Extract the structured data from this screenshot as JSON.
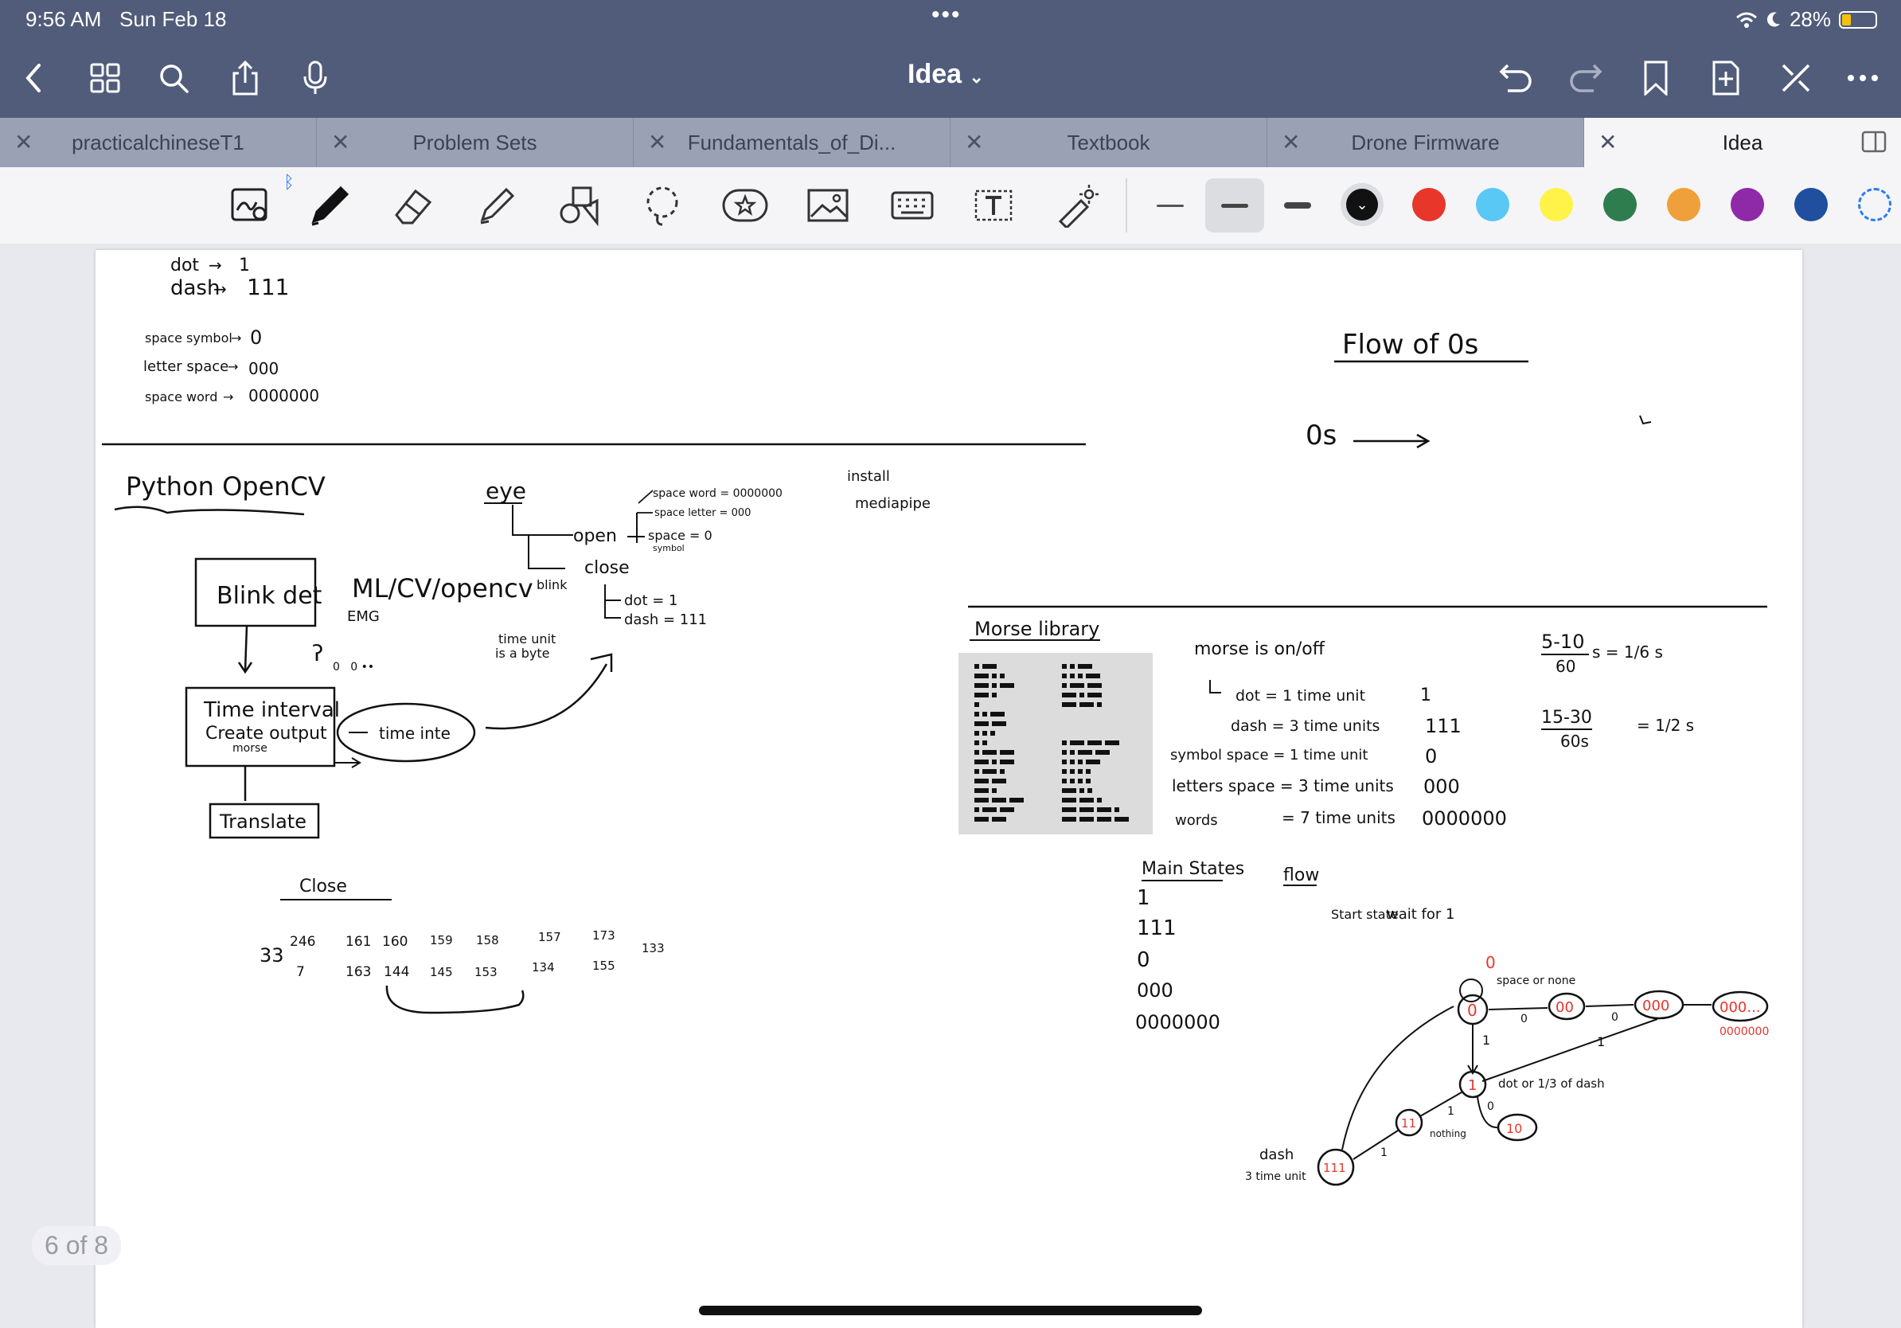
{
  "status": {
    "time": "9:56 AM",
    "date": "Sun Feb 18",
    "battery": "28%"
  },
  "nav": {
    "title": "Idea"
  },
  "tabs": [
    {
      "label": "practicalchineseT1"
    },
    {
      "label": "Problem Sets"
    },
    {
      "label": "Fundamentals_of_Di..."
    },
    {
      "label": "Textbook"
    },
    {
      "label": "Drone Firmware"
    },
    {
      "label": "Idea"
    }
  ],
  "colors": {
    "bar": "#505c7a",
    "tabbar": "#9aa1b5",
    "black": "#111111",
    "red": "#e8362b",
    "cyan": "#5ac8f5",
    "yellow": "#fff34a",
    "green": "#2e7d4f",
    "orange": "#f0a03a",
    "purple": "#8e2aa8",
    "blue": "#1f4f9e"
  },
  "pager": {
    "text": "6 of 8"
  },
  "notes": {
    "encoding": {
      "dot": "dot",
      "dot_val": "1",
      "dash": "dash",
      "dash_val": "111",
      "space_symbol": "space symbol",
      "space_symbol_val": "0",
      "letter_space": "letter space",
      "letter_space_val": "000",
      "space_word": "space word",
      "space_word_val": "0000000"
    },
    "flow_title": "Flow of 0s",
    "flow_arrow": "0s",
    "python": "Python OpenCV",
    "blink_det": "Blink det",
    "ml": "ML/CV/opencv",
    "emg": "EMG",
    "time_interval": "Time interval",
    "create_output": "Create output",
    "morse_small": "morse",
    "translate": "Translate",
    "time_inte": "time inte",
    "time_unit": "time unit",
    "is_a_byte": "is a byte",
    "eye": "eye",
    "open": "open",
    "close": "close",
    "blink": "blink",
    "space_word_tree": "space word = 0000000",
    "space_letter_tree": "space letter = 000",
    "space_symbol_tree": "space = 0",
    "symbol": "symbol",
    "dot_tree": "dot = 1",
    "dash_tree": "dash = 111",
    "install": "install",
    "mediapipe": "mediapipe",
    "morse_library": "Morse library",
    "morse_onoff": "morse is on/off",
    "dot_unit": "dot = 1 time unit",
    "dot_unit_val": "1",
    "dash_unit": "dash = 3 time units",
    "dash_unit_val": "111",
    "symbol_space": "symbol space = 1 time unit",
    "symbol_space_val": "0",
    "letters_space": "letters space = 3 time units",
    "letters_space_val": "000",
    "words_label": "words",
    "words": "= 7 time units",
    "words_val": "0000000",
    "frac1_num": "5-10",
    "frac1_den": "60",
    "frac1_rest": "s = 1/6 s",
    "frac2_num": "15-30",
    "frac2_den": "60s",
    "frac2_rest": "= 1/2 s",
    "close_title": "Close",
    "num_33": "33",
    "nums_row1": [
      "246",
      "161",
      "160",
      "159",
      "158",
      "157",
      "173",
      "133"
    ],
    "nums_row2": [
      "7",
      "163",
      "144",
      "145",
      "153",
      "134",
      "155"
    ],
    "main_states": "Main States",
    "states": [
      "1",
      "111",
      "0",
      "000",
      "0000000"
    ],
    "flow": "flow",
    "start_state": "Start state",
    "wait_for": "wait for 1",
    "space_or_none": "space or none",
    "dot_or": "dot or 1/3 of dash",
    "nothing": "nothing",
    "dash_note": "dash",
    "time_unit3": "3 time unit",
    "node_0": "0",
    "node_00": "00",
    "node_000": "000",
    "node_0000": "000...",
    "node_0000000": "0000000",
    "node_1": "1",
    "node_10": "10",
    "node_11": "11",
    "node_111": "111",
    "edge_0": "0",
    "edge_1": "1",
    "loop_0": "0"
  }
}
